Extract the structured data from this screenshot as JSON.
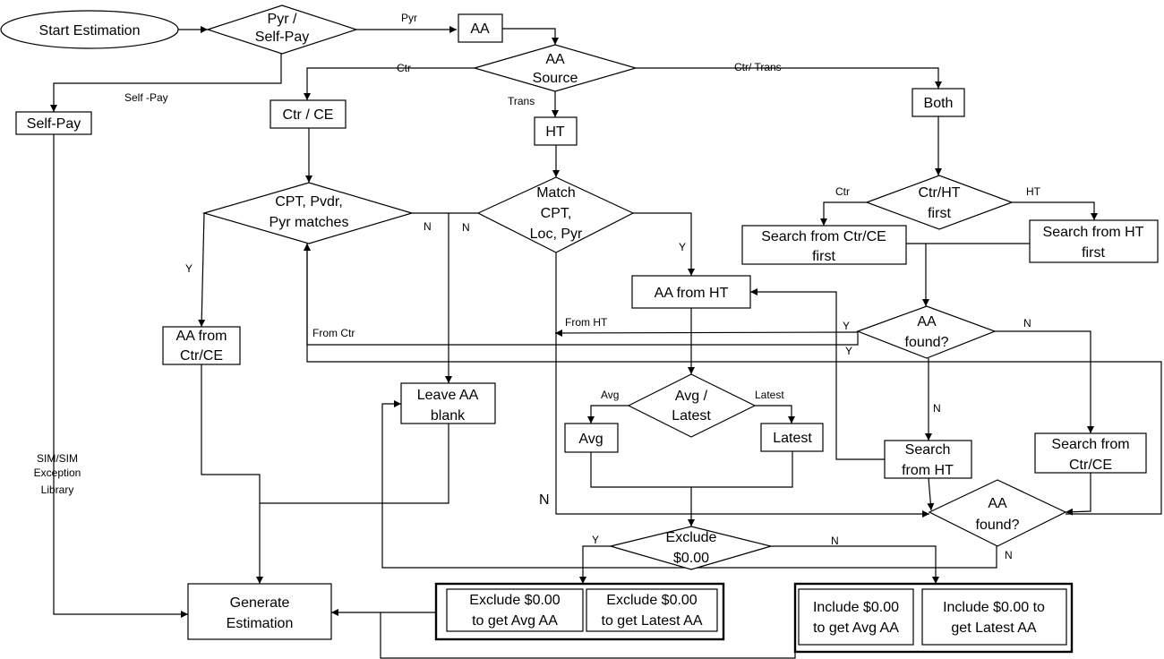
{
  "diagram": {
    "nodes": {
      "start": [
        "Start Estimation"
      ],
      "pyr_selfpay": [
        "Pyr /",
        "Self-Pay"
      ],
      "aa": [
        "AA"
      ],
      "aa_source": [
        "AA",
        "Source"
      ],
      "selfpay": [
        "Self-Pay"
      ],
      "ctr_ce": [
        "Ctr / CE"
      ],
      "ht": [
        "HT"
      ],
      "both": [
        "Both"
      ],
      "cpt_pvdr": [
        "CPT, Pvdr,",
        "Pyr matches"
      ],
      "match_cpt": [
        "Match",
        "CPT,",
        "Loc, Pyr"
      ],
      "ctrht_first": [
        "Ctr/HT",
        "first"
      ],
      "search_ctrce_first": [
        "Search from Ctr/CE",
        "first"
      ],
      "search_ht_first": [
        "Search from HT",
        "first"
      ],
      "aa_from_ht": [
        "AA from HT"
      ],
      "aa_found1": [
        "AA",
        "found?"
      ],
      "aa_from_ctrce": [
        "AA from",
        "Ctr/CE"
      ],
      "leave_blank": [
        "Leave AA",
        "blank"
      ],
      "avg_latest": [
        "Avg /",
        "Latest"
      ],
      "avg": [
        "Avg"
      ],
      "latest": [
        "Latest"
      ],
      "search_from_ht": [
        "Search",
        "from HT"
      ],
      "search_from_ctrce": [
        "Search from",
        "Ctr/CE"
      ],
      "aa_found2": [
        "AA",
        "found?"
      ],
      "exclude_000": [
        "Exclude",
        "$0.00"
      ],
      "generate": [
        "Generate",
        "Estimation"
      ],
      "excl_avg": [
        "Exclude $0.00",
        "to get Avg AA"
      ],
      "excl_latest": [
        "Exclude $0.00",
        "to get Latest AA"
      ],
      "incl_avg": [
        "Include $0.00",
        "to get Avg AA"
      ],
      "incl_latest": [
        "Include $0.00 to",
        "get Latest AA"
      ]
    },
    "edge_labels": {
      "pyr": "Pyr",
      "self_pay": "Self -Pay",
      "ctr": "Ctr",
      "ctr_trans": "Ctr/ Trans",
      "trans": "Trans",
      "ctr2": "Ctr",
      "ht2": "HT",
      "y_cpt": "Y",
      "n_cpt": "N",
      "n_match": "N",
      "y_match": "Y",
      "from_ht": "From HT",
      "from_ctr": "From Ctr",
      "y_found1a": "Y",
      "y_found1b": "Y",
      "n_found1a": "N",
      "n_found1b": "N",
      "avg_lbl": "Avg",
      "latest_lbl": "Latest",
      "sim": [
        "SIM/SIM",
        "Exception",
        "Library"
      ],
      "n_big": "N",
      "y_excl": "Y",
      "n_excl": "N",
      "n_found2": "N"
    }
  }
}
